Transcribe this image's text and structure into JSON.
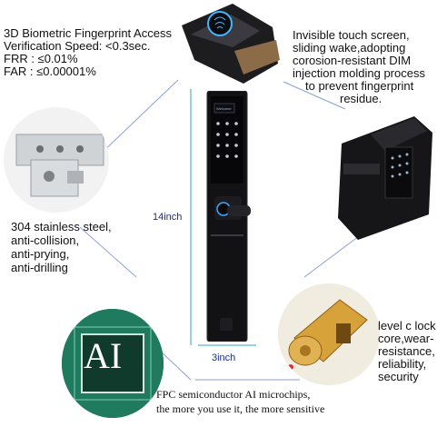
{
  "spec_block": {
    "line1": "3D Biometric Fingerprint Access",
    "line2": "Verification Speed: <0.3sec.",
    "line3": "FRR : ≤0.01%",
    "line4": "FAR : ≤0.00001%"
  },
  "touch_block": {
    "line1": "Invisible touch screen,",
    "line2": "sliding wake,adopting",
    "line3": "corosion-resistant DIM",
    "line4": "injection molding process",
    "line5": "to prevent fingerprint",
    "line6": "residue."
  },
  "steel_block": {
    "line1": "304 stainless steel,",
    "line2": "anti-collision,",
    "line3": "anti-prying,",
    "line4": "anti-drilling"
  },
  "lock_block": {
    "line1": "level c lock",
    "line2": "core,wear-",
    "line3": "resistance,",
    "line4": "reliability,",
    "line5": "security"
  },
  "chip_block": {
    "line1": "FPC semiconductor AI microchips,",
    "line2": "the more you use it, the more sensitive"
  },
  "chip_label": "AI",
  "screen_label": "Welcome",
  "dimensions": {
    "height_label": "14inch",
    "width_label": "3inch"
  },
  "colors": {
    "lock_body": "#121214",
    "callout_line": "#8aa0d8",
    "dim_text": "#1b2f8a",
    "brass": "#d8a23a",
    "chip_green": "#2c8a66"
  }
}
